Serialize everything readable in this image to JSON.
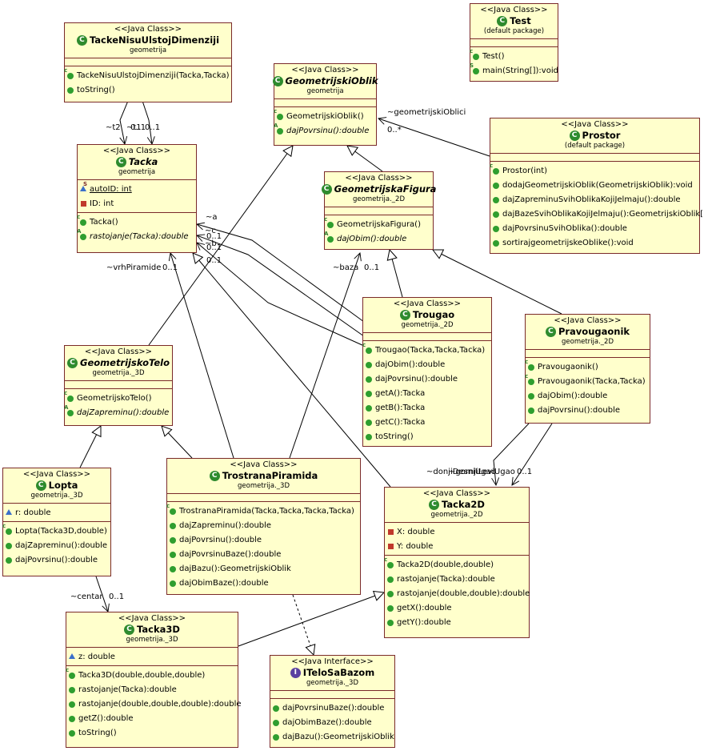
{
  "diagram": {
    "classes": {
      "TackeNisuUlstojDimenziji": {
        "stereotype": "<<Java Class>>",
        "name": "TackeNisuUlstojDimenziji",
        "package": "geometrija",
        "fields": [],
        "methods": [
          {
            "text": "TackeNisuUlstojDimenziji(Tacka,Tacka)",
            "icon": "constructor-icon"
          },
          {
            "text": "toString()",
            "icon": "method-public-icon"
          }
        ]
      },
      "GeometrijskiOblik": {
        "stereotype": "<<Java Class>>",
        "name": "GeometrijskiOblik",
        "package": "geometrija",
        "fields": [],
        "methods": [
          {
            "text": "GeometrijskiOblik()",
            "icon": "constructor-icon"
          },
          {
            "text": "dajPovrsinu():double",
            "icon": "abstract-method-icon"
          }
        ]
      },
      "Test": {
        "stereotype": "<<Java Class>>",
        "name": "Test",
        "package": "(default package)",
        "fields": [],
        "methods": [
          {
            "text": "Test()",
            "icon": "constructor-icon"
          },
          {
            "text": "main(String[]):void",
            "icon": "static-method-icon"
          }
        ]
      },
      "Tacka": {
        "stereotype": "<<Java Class>>",
        "name": "Tacka",
        "package": "geometrija",
        "fields": [
          {
            "text": "autoID: int",
            "icon": "static-protected-field-icon"
          },
          {
            "text": "ID: int",
            "icon": "private-field-icon"
          }
        ],
        "methods": [
          {
            "text": "Tacka()",
            "icon": "constructor-icon"
          },
          {
            "text": "rastojanje(Tacka):double",
            "icon": "abstract-method-icon"
          }
        ]
      },
      "GeometrijskaFigura": {
        "stereotype": "<<Java Class>>",
        "name": "GeometrijskaFigura",
        "package": "geometrija._2D",
        "fields": [],
        "methods": [
          {
            "text": "GeometrijskaFigura()",
            "icon": "constructor-icon"
          },
          {
            "text": "dajObim():double",
            "icon": "abstract-method-icon"
          }
        ]
      },
      "Prostor": {
        "stereotype": "<<Java Class>>",
        "name": "Prostor",
        "package": "(default package)",
        "fields": [],
        "methods": [
          {
            "text": "Prostor(int)",
            "icon": "constructor-icon"
          },
          {
            "text": "dodajGeometrijskiOblik(GeometrijskiOblik):void",
            "icon": "method-public-icon"
          },
          {
            "text": "dajZapreminuSvihOblikaKojiJelmaju():double",
            "icon": "method-public-icon"
          },
          {
            "text": "dajBazeSvihOblikaKojiJelmaju():GeometrijskiOblik[]",
            "icon": "method-public-icon"
          },
          {
            "text": "dajPovrsinuSvihOblika():double",
            "icon": "method-public-icon"
          },
          {
            "text": "sortirajgeometrijskeOblike():void",
            "icon": "method-public-icon"
          }
        ]
      },
      "Trougao": {
        "stereotype": "<<Java Class>>",
        "name": "Trougao",
        "package": "geometrija._2D",
        "fields": [],
        "methods": [
          {
            "text": "Trougao(Tacka,Tacka,Tacka)",
            "icon": "constructor-icon"
          },
          {
            "text": "dajObim():double",
            "icon": "method-public-icon"
          },
          {
            "text": "dajPovrsinu():double",
            "icon": "method-public-icon"
          },
          {
            "text": "getA():Tacka",
            "icon": "method-public-icon"
          },
          {
            "text": "getB():Tacka",
            "icon": "method-public-icon"
          },
          {
            "text": "getC():Tacka",
            "icon": "method-public-icon"
          },
          {
            "text": "toString()",
            "icon": "method-public-icon"
          }
        ]
      },
      "Pravougaonik": {
        "stereotype": "<<Java Class>>",
        "name": "Pravougaonik",
        "package": "geometrija._2D",
        "fields": [],
        "methods": [
          {
            "text": "Pravougaonik()",
            "icon": "constructor-icon"
          },
          {
            "text": "Pravougaonik(Tacka,Tacka)",
            "icon": "constructor-icon"
          },
          {
            "text": "dajObim():double",
            "icon": "method-public-icon"
          },
          {
            "text": "dajPovrsinu():double",
            "icon": "method-public-icon"
          }
        ]
      },
      "GeometrijskoTelo": {
        "stereotype": "<<Java Class>>",
        "name": "GeometrijskoTelo",
        "package": "geometrija._3D",
        "fields": [],
        "methods": [
          {
            "text": "GeometrijskoTelo()",
            "icon": "constructor-icon"
          },
          {
            "text": "dajZapreminu():double",
            "icon": "abstract-method-icon"
          }
        ]
      },
      "Lopta": {
        "stereotype": "<<Java Class>>",
        "name": "Lopta",
        "package": "geometrija._3D",
        "fields": [
          {
            "text": "r: double",
            "icon": "package-field-icon"
          }
        ],
        "methods": [
          {
            "text": "Lopta(Tacka3D,double)",
            "icon": "constructor-icon"
          },
          {
            "text": "dajZapreminu():double",
            "icon": "method-public-icon"
          },
          {
            "text": "dajPovrsinu():double",
            "icon": "method-public-icon"
          }
        ]
      },
      "TrostranaPiramida": {
        "stereotype": "<<Java Class>>",
        "name": "TrostranaPiramida",
        "package": "geometrija._3D",
        "fields": [],
        "methods": [
          {
            "text": "TrostranaPiramida(Tacka,Tacka,Tacka,Tacka)",
            "icon": "constructor-icon"
          },
          {
            "text": "dajZapreminu():double",
            "icon": "method-public-icon"
          },
          {
            "text": "dajPovrsinu():double",
            "icon": "method-public-icon"
          },
          {
            "text": "dajPovrsinuBaze():double",
            "icon": "method-public-icon"
          },
          {
            "text": "dajBazu():GeometrijskiOblik",
            "icon": "method-public-icon"
          },
          {
            "text": "dajObimBaze():double",
            "icon": "method-public-icon"
          }
        ]
      },
      "Tacka2D": {
        "stereotype": "<<Java Class>>",
        "name": "Tacka2D",
        "package": "geometrija._2D",
        "fields": [
          {
            "text": "X: double",
            "icon": "private-field-icon"
          },
          {
            "text": "Y: double",
            "icon": "private-field-icon"
          }
        ],
        "methods": [
          {
            "text": "Tacka2D(double,double)",
            "icon": "constructor-icon"
          },
          {
            "text": "rastojanje(Tacka):double",
            "icon": "method-public-icon"
          },
          {
            "text": "rastojanje(double,double):double",
            "icon": "method-public-icon"
          },
          {
            "text": "getX():double",
            "icon": "method-public-icon"
          },
          {
            "text": "getY():double",
            "icon": "method-public-icon"
          }
        ]
      },
      "Tacka3D": {
        "stereotype": "<<Java Class>>",
        "name": "Tacka3D",
        "package": "geometrija._3D",
        "fields": [
          {
            "text": "z: double",
            "icon": "package-field-icon"
          }
        ],
        "methods": [
          {
            "text": "Tacka3D(double,double,double)",
            "icon": "constructor-icon"
          },
          {
            "text": "rastojanje(Tacka):double",
            "icon": "method-public-icon"
          },
          {
            "text": "rastojanje(double,double,double):double",
            "icon": "method-public-icon"
          },
          {
            "text": "getZ():double",
            "icon": "method-public-icon"
          },
          {
            "text": "toString()",
            "icon": "method-public-icon"
          }
        ]
      },
      "ITeloSaBazom": {
        "stereotype": "<<Java Interface>>",
        "name": "ITeloSaBazom",
        "package": "geometrija._3D",
        "fields": [],
        "methods": [
          {
            "text": "dajPovrsinuBaze():double",
            "icon": "method-public-icon"
          },
          {
            "text": "dajObimBaze():double",
            "icon": "method-public-icon"
          },
          {
            "text": "dajBazu():GeometrijskiOblik",
            "icon": "method-public-icon"
          }
        ]
      }
    },
    "relation_labels": {
      "t2": "~t2",
      "t1": "~t1",
      "mult_t2": "0..1",
      "mult_t1": "0..1",
      "geometrijskiOblici": "~geometrijskiOblici",
      "mult_oblici": "0..*",
      "a": "~a",
      "c": "~c",
      "mult_c": "0..1",
      "b": "~b",
      "mult_b": "0..1",
      "mult_a": "0..1",
      "vrhPiramide": "~vrhPiramide",
      "mult_vrh": "0..1",
      "baza": "~baza",
      "mult_baza": "0..1",
      "doleLevo": "~donjiDesniUgao",
      "goreLevo": "~gornjiLeviUgao",
      "mult_ugao": "0..1",
      "centar": "~centar",
      "mult_centar": "0..1"
    }
  }
}
